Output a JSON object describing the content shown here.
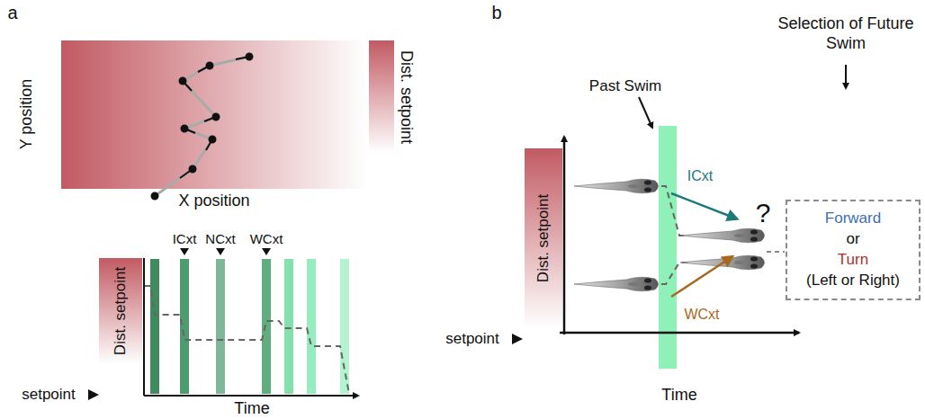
{
  "diagram": {
    "nodes": [
      {
        "text": [
          "Forward",
          "or",
          "Turn",
          "(Left or Right)"
        ]
      }
    ],
    "labels": [
      "a",
      "Y position",
      "X position",
      "Dist. setpoint",
      "Dist. setpoint",
      "ICxt",
      "NCxt",
      "WCxt",
      "setpoint",
      "Time",
      "b",
      "Past Swim",
      "Dist. setpoint",
      "ICxt",
      "?",
      "WCxt",
      "setpoint",
      "Time",
      "Selection of Future Swim"
    ]
  }
}
